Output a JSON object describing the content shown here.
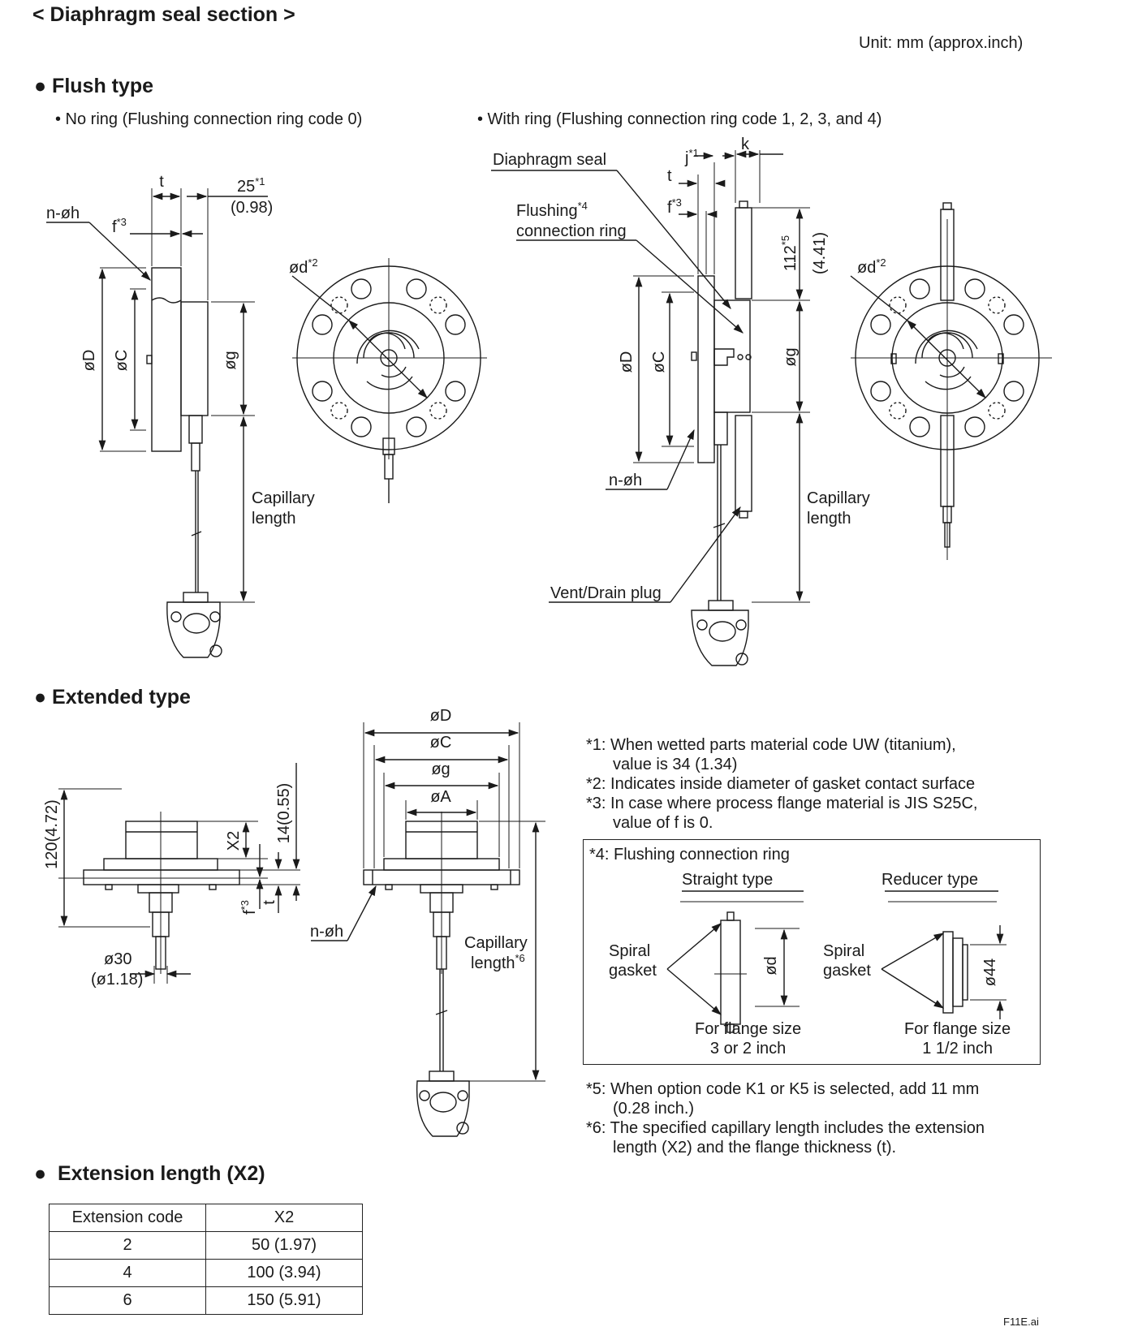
{
  "page_title": "< Diaphragm seal section >",
  "unit": "Unit: mm (approx.inch)",
  "flush": {
    "heading": "Flush type",
    "no_ring": "• No ring (Flushing connection ring code 0)",
    "with_ring": "• With ring (Flushing connection ring code 1, 2, 3, and 4)",
    "labels": {
      "t": "t",
      "dim25": "25",
      "dim25_sup": "*1",
      "dim25_inch": "(0.98)",
      "nh": "n-øh",
      "f": "f",
      "f_sup": "*3",
      "od": "ød",
      "od_sup": "*2",
      "D": "øD",
      "C": "øC",
      "g": "øg",
      "capillary": "Capillary",
      "length": "length",
      "diaphragm_seal": "Diaphragm seal",
      "flushing": "Flushing",
      "flushing_sup": "*4",
      "connection_ring": "connection ring",
      "j": "j",
      "j_sup": "*1",
      "k": "k",
      "dim112": "112",
      "dim112_sup": "*5",
      "dim112_inch": "(4.41)",
      "vent": "Vent/Drain plug"
    }
  },
  "extended": {
    "heading": "Extended type",
    "labels": {
      "dim120": "120(4.72)",
      "dim14": "14(0.55)",
      "x2": "X2",
      "f": "f",
      "f_sup": "*3",
      "t": "t",
      "o30": "ø30",
      "o30_inch": "(ø1.18)",
      "D": "øD",
      "C": "øC",
      "g": "øg",
      "A": "øA",
      "nh": "n-øh",
      "capillary": "Capillary",
      "length": "length",
      "length_sup": "*6"
    }
  },
  "notes": {
    "n1a": "*1: When wetted parts material code UW (titanium),",
    "n1b": "value is 34 (1.34)",
    "n2": "*2: Indicates inside diameter of gasket contact surface",
    "n3a": "*3: In case where process flange material is JIS S25C,",
    "n3b": "value of f is 0.",
    "n5a": "*5: When option code K1 or K5 is selected, add 11 mm",
    "n5b": "(0.28 inch.)",
    "n6a": "*6: The specified capillary length includes the extension",
    "n6b": "length (X2) and the flange thickness (t)."
  },
  "ring_box": {
    "title": "*4: Flushing connection ring",
    "straight": "Straight type",
    "reducer": "Reducer type",
    "spiral": "Spiral",
    "gasket": "gasket",
    "od": "ød",
    "o44": "ø44",
    "straight_cap1": "For flange size",
    "straight_cap2": "3 or 2 inch",
    "reducer_cap1": "For flange size",
    "reducer_cap2": "1 1/2  inch"
  },
  "extension_table": {
    "heading": "Extension length (X2)",
    "headers": [
      "Extension code",
      "X2"
    ],
    "rows": [
      [
        "2",
        "50 (1.97)"
      ],
      [
        "4",
        "100 (3.94)"
      ],
      [
        "6",
        "150 (5.91)"
      ]
    ]
  },
  "file_id": "F11E.ai"
}
